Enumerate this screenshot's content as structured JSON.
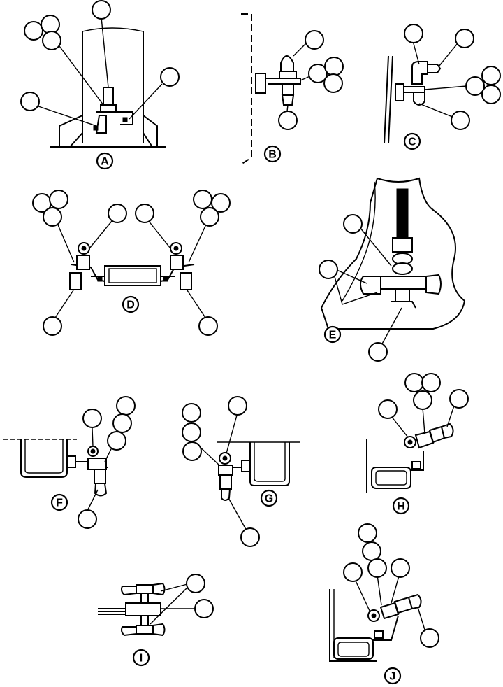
{
  "views": [
    {
      "id": "A",
      "label": "A"
    },
    {
      "id": "B",
      "label": "B"
    },
    {
      "id": "C",
      "label": "C"
    },
    {
      "id": "D",
      "label": "D"
    },
    {
      "id": "E",
      "label": "E"
    },
    {
      "id": "F",
      "label": "F"
    },
    {
      "id": "G",
      "label": "G"
    },
    {
      "id": "H",
      "label": "H"
    },
    {
      "id": "I",
      "label": "I"
    },
    {
      "id": "J",
      "label": "J"
    }
  ],
  "callout_text": ""
}
